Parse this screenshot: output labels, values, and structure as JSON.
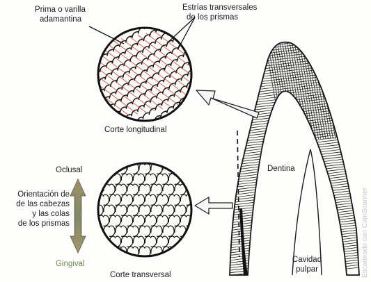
{
  "labels": {
    "prisma_line1": "Prima o varilla",
    "prisma_line2": "adamantina",
    "estrias_line1": "Estrías transversales",
    "estrias_line2": "de los prismas",
    "corte_longitudinal": "Corte longitudinal",
    "oclusal": "Oclusal",
    "orientacion_line1": "Orientación de",
    "orientacion_line2": "de las cabezas",
    "orientacion_line3": "y las colas",
    "orientacion_line4": "de los prismas",
    "gingival": "Gingival",
    "corte_transversal": "Corte transversal",
    "dentina": "Dentina",
    "cavidad_line1": "Cavidad",
    "cavidad_line2": "pulpar",
    "watermark": "Escaneado con CamScanner"
  },
  "colors": {
    "ink": "#1a1a1a",
    "stria_red": "#c8372e",
    "arrow_fill": "#f6f6f4",
    "axis_arrow": "#7a8a6a",
    "label_green": "#6e8a56"
  }
}
